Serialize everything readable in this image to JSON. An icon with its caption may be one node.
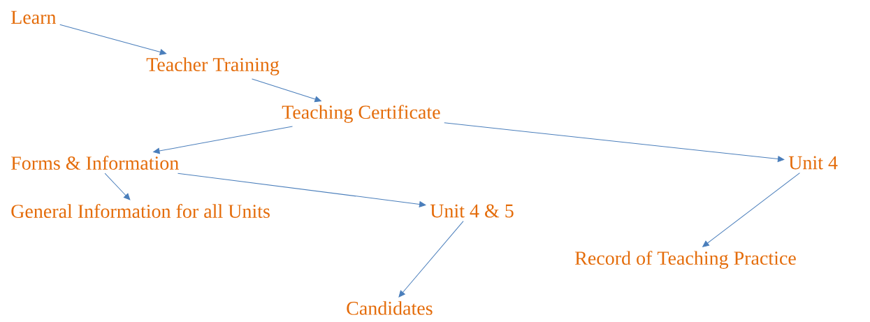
{
  "diagram": {
    "nodes": [
      {
        "text": [
          "Learn"
        ]
      },
      {
        "text": [
          "Teacher Training"
        ]
      },
      {
        "text": [
          "Teaching Certificate"
        ]
      },
      {
        "text": [
          "Forms & Information"
        ]
      },
      {
        "text": [
          "Unit 4"
        ]
      },
      {
        "text": [
          "General Information for all Units"
        ]
      },
      {
        "text": [
          "Unit 4 & 5"
        ]
      },
      {
        "text": [
          "Record of Teaching Practice"
        ]
      },
      {
        "text": [
          "Candidates"
        ]
      }
    ],
    "edges": [
      {
        "from": 0,
        "to": 1,
        "arrow": "to"
      },
      {
        "from": 1,
        "to": 2,
        "arrow": "to"
      },
      {
        "from": 2,
        "to": 3,
        "arrow": "to"
      },
      {
        "from": 2,
        "to": 4,
        "arrow": "to"
      },
      {
        "from": 3,
        "to": 5,
        "arrow": "to"
      },
      {
        "from": 3,
        "to": 6,
        "arrow": "to"
      },
      {
        "from": 4,
        "to": 7,
        "arrow": "to"
      },
      {
        "from": 6,
        "to": 8,
        "arrow": "to"
      }
    ]
  }
}
